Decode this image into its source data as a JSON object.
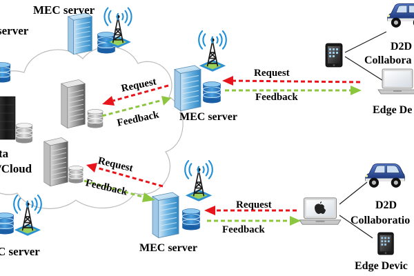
{
  "labels": {
    "mec_server_top": "MEC server",
    "mec_server_topleft_partial": "server",
    "mec_server_center": "MEC server",
    "mec_server_bottom": "MEC server",
    "mec_server_bottomleft_partial": "C server",
    "cloud_data_partial": "ta",
    "cloud_partial": "/Cloud",
    "request_right_top": "Request",
    "feedback_right_top": "Feedback",
    "request_left_top": "Request",
    "feedback_left_top": "Feedback",
    "request_left_bottom": "Request",
    "feedback_left_bottom": "Feedback",
    "request_right_bottom": "Request",
    "feedback_right_bottom": "Feedback",
    "d2d_top_line1": "D2D",
    "d2d_top_line2": "Collabora",
    "edge_devices_top": "Edge De",
    "d2d_bottom_line1": "D2D",
    "d2d_bottom_line2": "Collaboratio",
    "edge_devices_bottom": "Edge Devic"
  },
  "colors": {
    "request_arrow": "#e8141c",
    "feedback_arrow": "#8cc63f",
    "cloud_outline": "#bcbcbc",
    "tower": "#1a1a1a",
    "signal": "#1f8fd6",
    "server_body": "#3d9ad1",
    "database": "#2e7fc4",
    "car_body": "#1e3f8f"
  },
  "icons": [
    "cloud-outline",
    "mec-server-icon",
    "cell-tower-icon",
    "database-icon",
    "rack-server-icon",
    "car-icon",
    "tablet-icon",
    "laptop-icon",
    "apple-logo-icon",
    "request-arrow",
    "feedback-arrow"
  ]
}
